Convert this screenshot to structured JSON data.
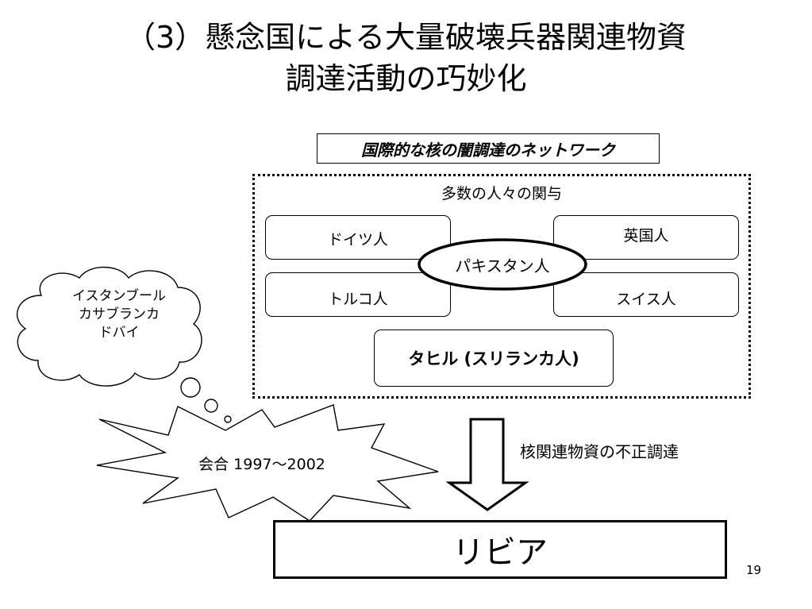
{
  "slide": {
    "title_line1": "（3）懸念国による大量破壊兵器関連物資",
    "title_line2": "調達活動の巧妙化",
    "page_number": "19"
  },
  "network": {
    "title": "国際的な核の闇調達のネットワーク",
    "caption": "多数の人々の関与",
    "participants": {
      "german": "ドイツ人",
      "british": "英国人",
      "turkish": "トルコ人",
      "swiss": "スイス人",
      "pakistani": "パキスタン人",
      "tahir": "タヒル (スリランカ人)"
    }
  },
  "thought_cloud": {
    "lines": [
      "イスタンブール",
      "カサブランカ",
      "ドバイ"
    ]
  },
  "meeting": {
    "label": "会合 1997〜2002"
  },
  "flow": {
    "label": "核関連物資の不正調達",
    "destination": "リビア"
  }
}
